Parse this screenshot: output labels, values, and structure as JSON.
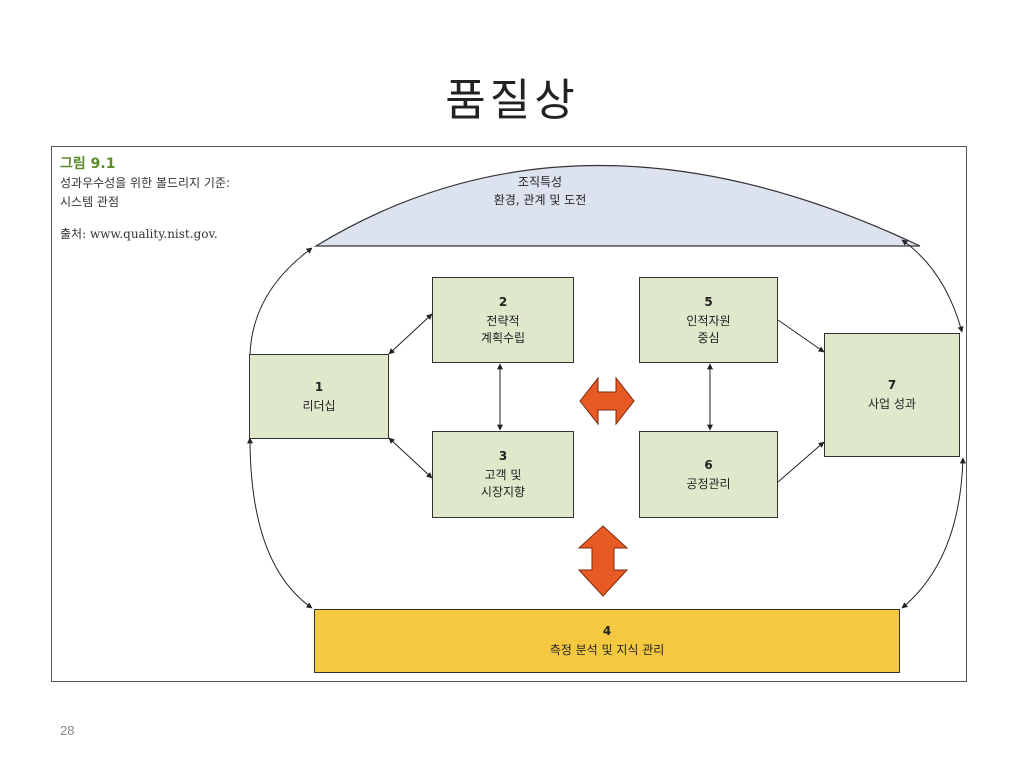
{
  "slide": {
    "title": "품질상",
    "page_number": "28"
  },
  "figure": {
    "label": "그림 9.1",
    "caption": "성과우수성을 위한 볼드리지 기준: 시스템 관점",
    "source": "출처: www.quality.nist.gov."
  },
  "diagram": {
    "environment": {
      "line1": "조직특성",
      "line2": "환경, 관계 및 도전",
      "color": "#dde2ef"
    },
    "boxes": {
      "b1": {
        "num": "1",
        "label": "리더십"
      },
      "b2": {
        "num": "2",
        "label": "전략적\n계획수립"
      },
      "b3": {
        "num": "3",
        "label": "고객 및\n시장지향"
      },
      "b4": {
        "num": "4",
        "label": "측정 분석 및 지식 관리"
      },
      "b5": {
        "num": "5",
        "label": "인적자원\n중심"
      },
      "b6": {
        "num": "6",
        "label": "공정관리"
      },
      "b7": {
        "num": "7",
        "label": "사업 성과"
      }
    },
    "colors": {
      "box_fill": "#dfe8cb",
      "measure_fill": "#f5c842",
      "arrow_fill": "#e85a24"
    }
  }
}
